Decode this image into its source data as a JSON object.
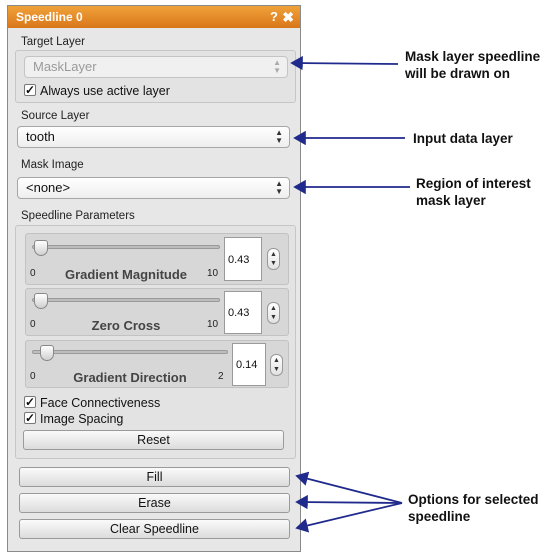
{
  "window": {
    "title": "Speedline 0"
  },
  "target_layer": {
    "label": "Target Layer",
    "value": "MaskLayer",
    "always_active_label": "Always use active layer"
  },
  "source_layer": {
    "label": "Source Layer",
    "value": "tooth"
  },
  "mask_image": {
    "label": "Mask Image",
    "value": "<none>"
  },
  "params": {
    "label": "Speedline Parameters",
    "gradient_magnitude": {
      "label": "Gradient Magnitude",
      "min": "0",
      "max": "10",
      "value": "0.43"
    },
    "zero_cross": {
      "label": "Zero Cross",
      "min": "0",
      "max": "10",
      "value": "0.43"
    },
    "gradient_direction": {
      "label": "Gradient Direction",
      "min": "0",
      "max": "2",
      "value": "0.14"
    },
    "face_connectiveness_label": "Face Connectiveness",
    "image_spacing_label": "Image Spacing",
    "reset_label": "Reset"
  },
  "actions": {
    "fill_label": "Fill",
    "erase_label": "Erase",
    "clear_label": "Clear Speedline"
  },
  "annotations": {
    "mask_line1": "Mask layer speedline",
    "mask_line2": "will be drawn on",
    "input": "Input data layer",
    "roi_line1": "Region of interest",
    "roi_line2": "mask layer",
    "options_line1": "Options for selected",
    "options_line2": "speedline"
  },
  "colors": {
    "title_bar": "#e38a2a",
    "arrow": "#1f2a8c"
  }
}
